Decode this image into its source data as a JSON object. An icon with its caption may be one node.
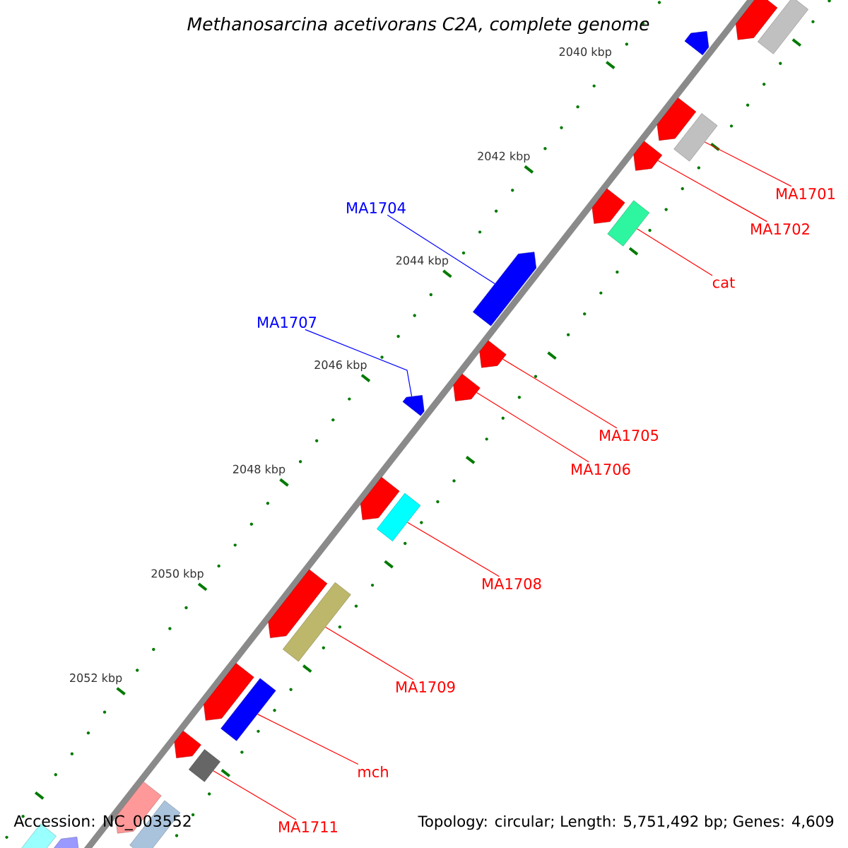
{
  "diagram": {
    "title": "Methanosarcina acetivorans C2A, complete genome",
    "nodes": [
      {
        "text": [
          "MA1701"
        ]
      },
      {
        "text": [],
        "shape": "bar"
      },
      {
        "text": [
          "MA1702"
        ]
      },
      {
        "text": [],
        "shape": "pentagon"
      },
      {
        "text": [
          "cat"
        ]
      },
      {
        "text": [],
        "shape": "bar"
      },
      {
        "text": [
          "MA1704"
        ]
      },
      {
        "text": [],
        "shape": "pentagon"
      },
      {
        "text": [
          "MA1707"
        ]
      },
      {
        "text": [],
        "shape": "pentagon"
      },
      {
        "text": [
          "MA1705"
        ]
      },
      {
        "text": [],
        "shape": "pentagon"
      },
      {
        "text": [
          "MA1706"
        ]
      },
      {
        "text": [],
        "shape": "pentagon"
      },
      {
        "text": [
          "MA1708"
        ]
      },
      {
        "text": [],
        "shape": "bar"
      },
      {
        "text": [
          "MA1709"
        ]
      },
      {
        "text": [],
        "shape": "bar"
      },
      {
        "text": [
          "mch"
        ]
      },
      {
        "text": [],
        "shape": "bar"
      },
      {
        "text": [
          "MA1711"
        ]
      },
      {
        "text": [],
        "shape": "bar"
      },
      {
        "text": [],
        "shape": "pentagon"
      },
      {
        "text": [],
        "shape": "bar"
      },
      {
        "text": [],
        "shape": "pentagon"
      },
      {
        "text": [],
        "shape": "pentagon"
      },
      {
        "text": [],
        "shape": "pentagon"
      },
      {
        "text": [],
        "shape": "pentagon"
      },
      {
        "text": [],
        "shape": "pentagon"
      },
      {
        "text": [],
        "shape": "pentagon"
      },
      {
        "text": [],
        "shape": "pentagon"
      },
      {
        "text": [],
        "shape": "pentagon"
      },
      {
        "text": [],
        "shape": "bar"
      },
      {
        "text": [],
        "shape": "pentagon"
      },
      {
        "text": [],
        "shape": "bar"
      }
    ],
    "edges": [
      {
        "from": 0,
        "to": 1,
        "arrow": "none"
      },
      {
        "from": 2,
        "to": 3,
        "arrow": "none"
      },
      {
        "from": 4,
        "to": 5,
        "arrow": "none"
      },
      {
        "from": 6,
        "to": 7,
        "arrow": "none",
        "color": "#0000ff"
      },
      {
        "from": 8,
        "to": 9,
        "arrow": "none",
        "color": "#0000ff"
      },
      {
        "from": 10,
        "to": 11,
        "arrow": "none"
      },
      {
        "from": 12,
        "to": 13,
        "arrow": "none"
      },
      {
        "from": 14,
        "to": 15,
        "arrow": "none"
      },
      {
        "from": 16,
        "to": 17,
        "arrow": "none"
      },
      {
        "from": 18,
        "to": 19,
        "arrow": "none"
      },
      {
        "from": 20,
        "to": 21,
        "arrow": "none"
      }
    ],
    "labels": [
      "2040 kbp",
      "2042 kbp",
      "2044 kbp",
      "2046 kbp",
      "2048 kbp",
      "2050 kbp",
      "2052 kbp",
      "Accession: NC_003552",
      "Topology: circular; Length: 5,751,492 bp; Genes: 4,609"
    ]
  }
}
